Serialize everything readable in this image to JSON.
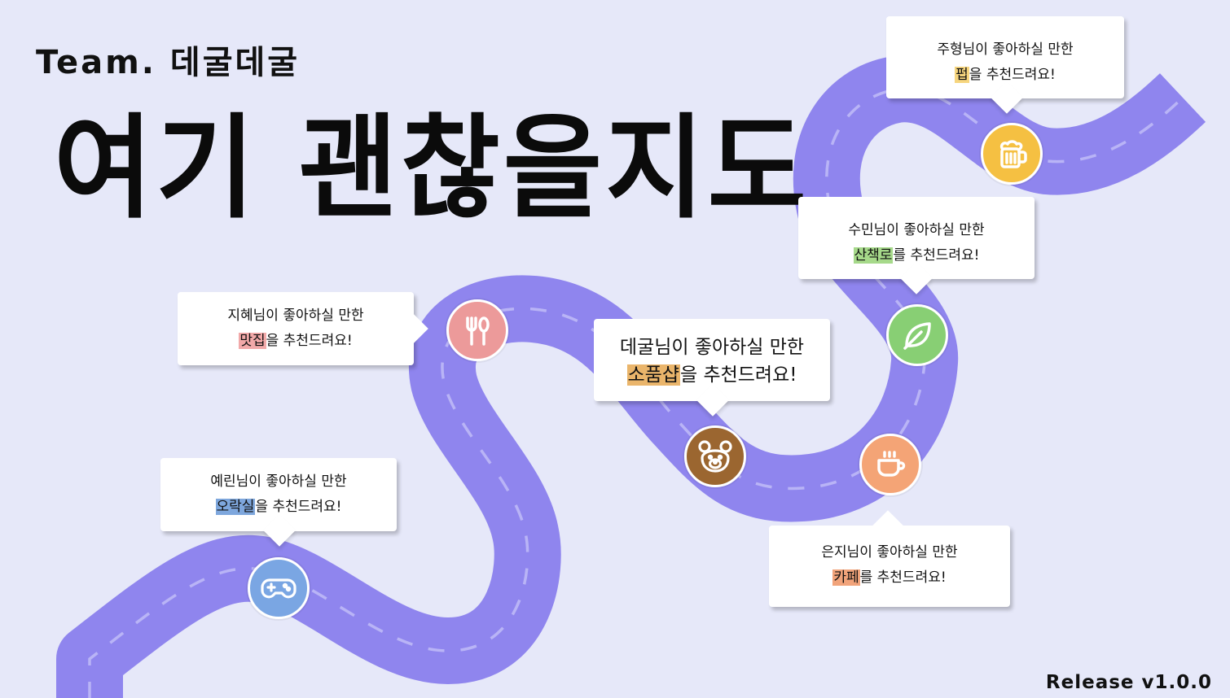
{
  "header": {
    "team": "Team. 데굴데굴",
    "title": "여기 괜찮을지도",
    "release": "Release v1.0.0"
  },
  "colors": {
    "background": "#e6e8f9",
    "road": "#8f85ee",
    "dash": "#b7b2f5",
    "bar_yellow": "#f5c042",
    "leaf_green": "#88cf74",
    "cafe_orange": "#f4a476",
    "bear_brown": "#9b6630",
    "food_pink": "#ec9a9a",
    "game_blue": "#7aa6e3"
  },
  "recommendations": [
    {
      "line1": "주형님이 좋아하실 만한",
      "highlight": "펍",
      "line2_suffix": "을 추천드려요!",
      "highlight_color": "#f6d57e",
      "icon": "beer-mug-icon"
    },
    {
      "line1": "수민님이 좋아하실 만한",
      "highlight": "산책로",
      "line2_suffix": "를 추천드려요!",
      "highlight_color": "#a6d98a",
      "icon": "leaf-icon"
    },
    {
      "line1": "데굴님이 좋아하실 만한",
      "highlight": "소품샵",
      "line2_suffix": "을 추천드려요!",
      "highlight_color": "#eab56b",
      "icon": "bear-face-icon"
    },
    {
      "line1": "지혜님이 좋아하실 만한",
      "highlight": "맛집",
      "line2_suffix": "을 추천드려요!",
      "highlight_color": "#f2a9a9",
      "icon": "fork-knife-icon"
    },
    {
      "line1": "은지님이 좋아하실 만한",
      "highlight": "카페",
      "line2_suffix": "를 추천드려요!",
      "highlight_color": "#f1a37a",
      "icon": "coffee-cup-icon"
    },
    {
      "line1": "예린님이 좋아하실 만한",
      "highlight": "오락실",
      "line2_suffix": "을 추천드려요!",
      "highlight_color": "#7ea7dd",
      "icon": "gamepad-icon"
    }
  ]
}
